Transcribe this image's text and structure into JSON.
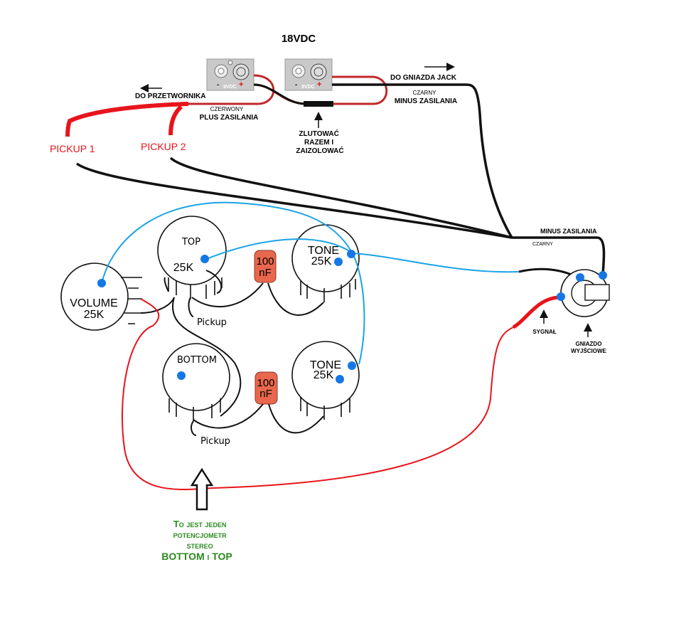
{
  "power": {
    "title": "18VDC",
    "battery_label": "9VDC",
    "minus_sign": "-",
    "plus_sign": "+",
    "to_pickup": "DO PRZETWORNIKA",
    "to_jack": "DO GNIAZDA JACK",
    "red_color_label": "CZERWONY",
    "plus_label": "PLUS  ZASILANIA",
    "black_color_label": "CZARNY",
    "minus_label": "MINUS ZASILANIA",
    "solder_note": [
      "ZLUTOWAĆ",
      "RAZEM I",
      "ZAIZOLOWAĆ"
    ]
  },
  "pickups": [
    "PICKUP 1",
    "PICKUP 2"
  ],
  "pots": {
    "volume": [
      "VOLUME",
      "25K"
    ],
    "top": [
      "TOP",
      "25K"
    ],
    "tone1": [
      "TONE",
      "25K"
    ],
    "bottom": [
      "BOTTOM"
    ],
    "tone2": [
      "TONE",
      "25K"
    ]
  },
  "capacitors": [
    [
      "100",
      "nF"
    ],
    [
      "100",
      "nF"
    ]
  ],
  "pickup_wire_label": "Pickup",
  "jack": {
    "minus_label": "MINUS ZASILANIA",
    "black_label": "CZARNY",
    "signal_label": "SYGNAŁ",
    "jack_label": [
      "GNIAZDO",
      "WYJŚCIOWE"
    ]
  },
  "note": [
    "To jest jeden",
    "potencjometr",
    "stereo",
    "BOTTOM i TOP"
  ],
  "colors": {
    "red": "#e8141b",
    "blue": "#1aa3e6",
    "dot": "#1577e6",
    "cap": "#e8674d",
    "green": "#2b8a1f",
    "black": "#111111"
  }
}
